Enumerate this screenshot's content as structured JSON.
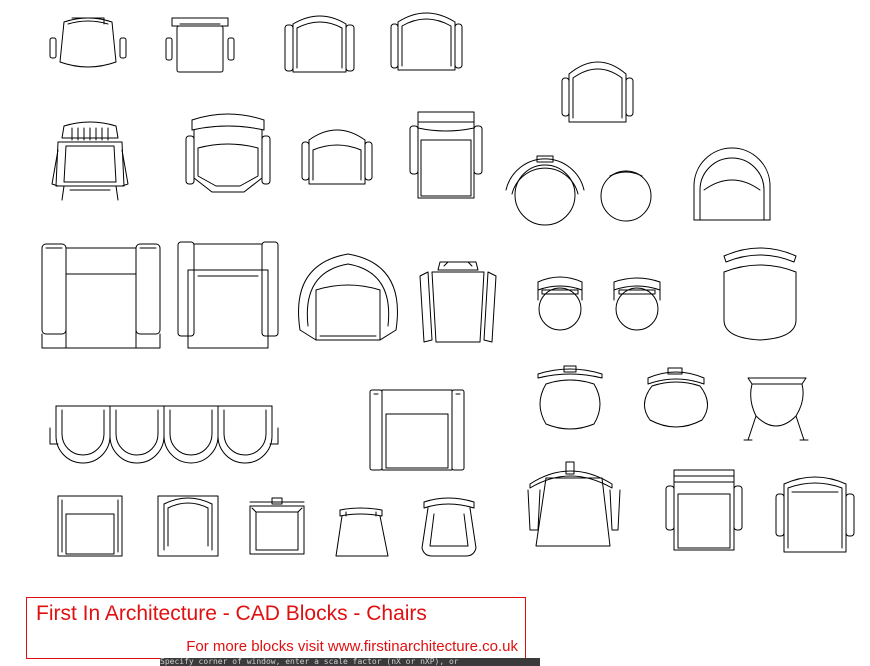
{
  "drawing": {
    "title": "First In Architecture - CAD Blocks - Chairs",
    "subtitle": "For more blocks visit www.firstinarchitecture.co.uk",
    "command_line": "Specify corner of window, enter a scale factor (nX or nXP), or",
    "colors": {
      "title_red": "#e01010",
      "line": "#000000",
      "background": "#ffffff",
      "command_bar": "#3a3a3a"
    }
  }
}
